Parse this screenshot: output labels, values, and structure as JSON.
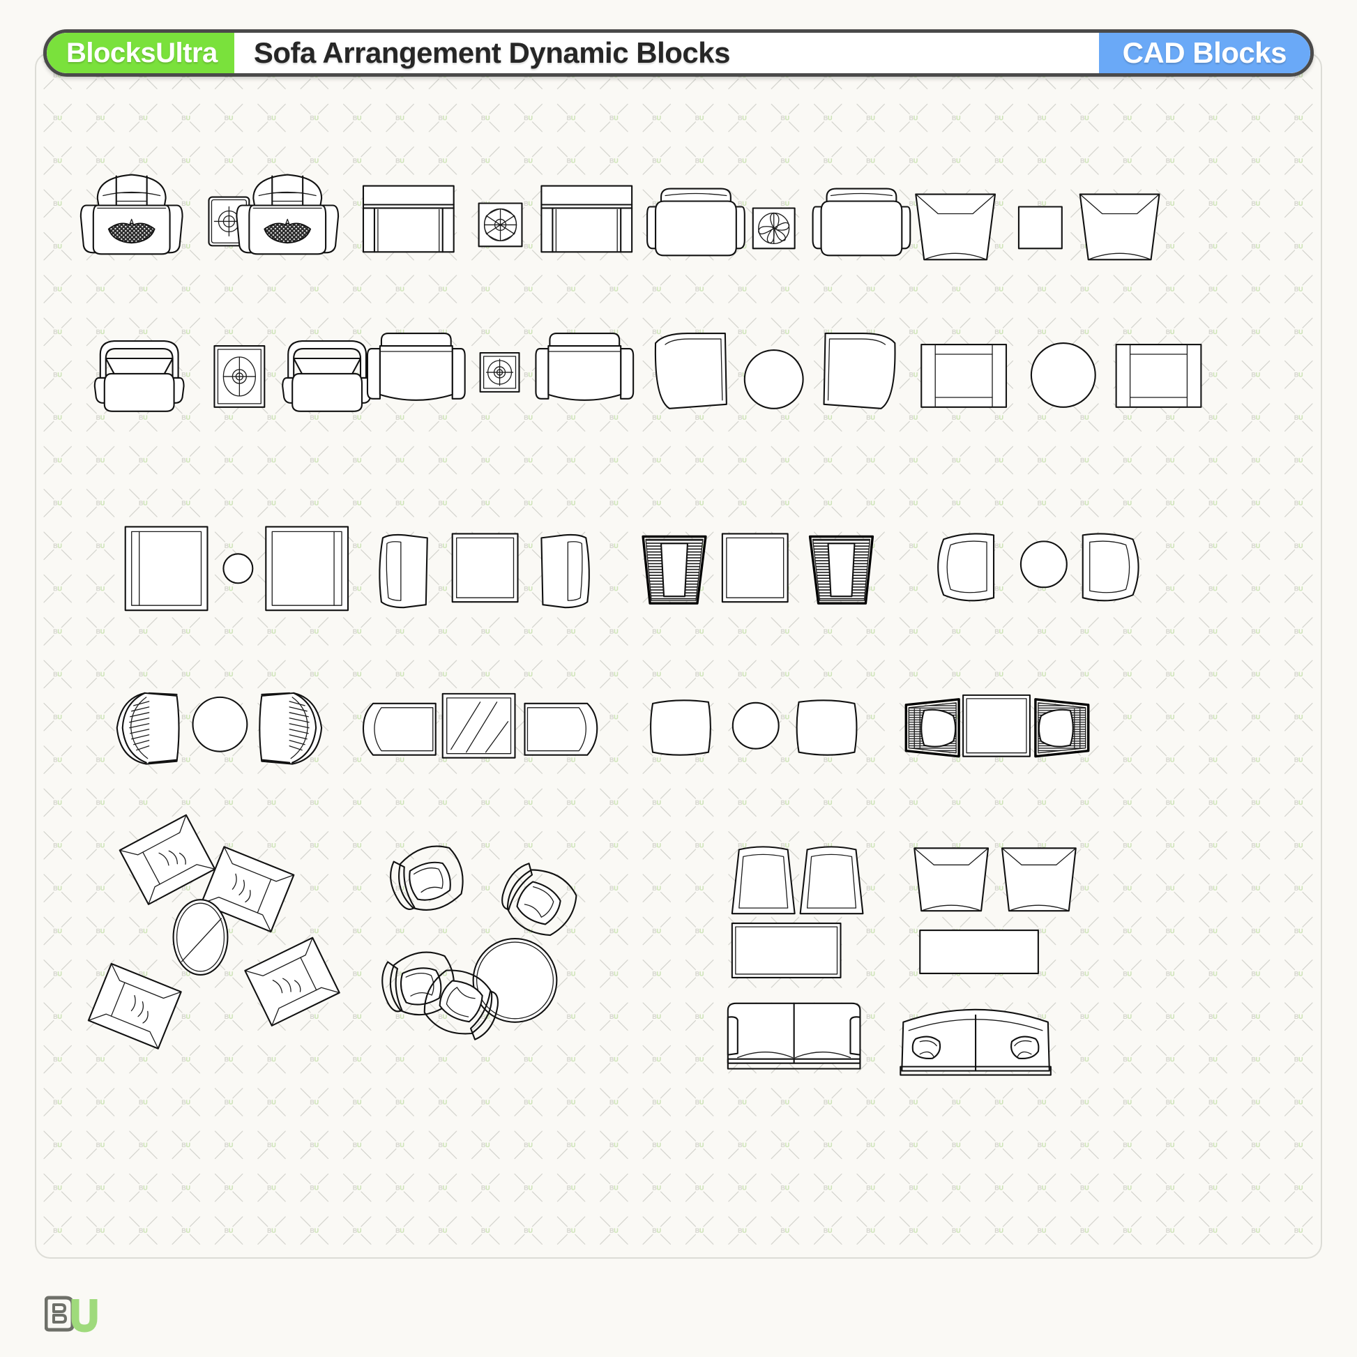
{
  "header": {
    "brand_label": "BlocksUltra",
    "title": "Sofa Arrangement Dynamic Blocks",
    "tag_label": "CAD Blocks",
    "brand_color": "#7ae13c",
    "tag_color": "#6aa9f7",
    "title_color": "#262626",
    "border_color": "#4a4a4a"
  },
  "canvas": {
    "background_color": "#faf9f5",
    "border_color": "#dcdcd6",
    "watermark_text": "BU",
    "watermark_accent_color": "#b9dd9a",
    "watermark_line_color": "#cfcfc9"
  },
  "footer": {
    "logo_b_label": "B",
    "logo_u_label": "U",
    "logo_b_color": "#6e7069",
    "logo_u_color": "#9fda7c"
  },
  "drawing": {
    "stroke_color": "#111111",
    "fill_color": "#ffffff",
    "rows": [
      {
        "row_index": 1,
        "groups": [
          {
            "name": "armchair-pair-with-square-side-table",
            "items": [
              "armchair-winged-left",
              "square-table-crosshair",
              "armchair-winged-right"
            ]
          },
          {
            "name": "boxy-armchair-pair-with-flower-table",
            "items": [
              "boxy-armchair-left",
              "square-table-rosette",
              "boxy-armchair-right"
            ]
          },
          {
            "name": "rounded-armchair-pair-with-fan-table",
            "items": [
              "rounded-armchair-left",
              "square-table-fan",
              "rounded-armchair-right"
            ]
          },
          {
            "name": "tapered-armchair-pair-with-plain-square-table",
            "items": [
              "tapered-armchair-left",
              "square-table-plain",
              "tapered-armchair-right"
            ]
          }
        ]
      },
      {
        "row_index": 2,
        "groups": [
          {
            "name": "tub-chair-pair-with-target-table",
            "items": [
              "tub-chair-left",
              "square-table-target",
              "tub-chair-right"
            ]
          },
          {
            "name": "club-chair-pair-with-small-target-table",
            "items": [
              "club-chair-left",
              "small-square-table-target",
              "club-chair-right"
            ]
          },
          {
            "name": "curved-back-chair-pair-with-round-table",
            "items": [
              "curved-back-chair-left",
              "round-table",
              "curved-back-chair-right"
            ]
          },
          {
            "name": "square-armchair-pair-with-round-table",
            "items": [
              "square-armchair-left",
              "round-table-large",
              "square-armchair-right"
            ]
          }
        ]
      },
      {
        "row_index": 3,
        "groups": [
          {
            "name": "square-sofa-pair-with-small-circle-table",
            "items": [
              "square-sofa-left",
              "small-circle-table",
              "square-sofa-right"
            ]
          },
          {
            "name": "flared-chair-pair-with-square-table",
            "items": [
              "flared-chair-left",
              "square-table-outline",
              "flared-chair-right"
            ]
          },
          {
            "name": "hatched-chair-pair-with-square-table",
            "items": [
              "hatched-chair-left",
              "square-table-outline",
              "hatched-chair-right"
            ]
          },
          {
            "name": "barrel-chair-pair-with-circle-table",
            "items": [
              "barrel-chair-left",
              "circle-table",
              "barrel-chair-right"
            ]
          }
        ]
      },
      {
        "row_index": 4,
        "groups": [
          {
            "name": "fan-back-chair-pair-with-circle-table",
            "items": [
              "fan-back-chair-left",
              "circle-table",
              "fan-back-chair-right"
            ]
          },
          {
            "name": "lounge-pair-with-striped-rect-table",
            "items": [
              "lounge-chair-left",
              "rect-table-striped",
              "lounge-chair-right"
            ]
          },
          {
            "name": "cushion-chair-pair-with-circle-table",
            "items": [
              "cushion-chair-left",
              "circle-table-small",
              "cushion-chair-right"
            ]
          },
          {
            "name": "shaded-chair-pair-with-rect-table",
            "items": [
              "shaded-chair-left",
              "rect-table-outline",
              "shaded-chair-right"
            ]
          }
        ]
      },
      {
        "row_index": 5,
        "groups": [
          {
            "name": "four-armchairs-around-oval-table",
            "items": [
              "armchair-rotated-top-left",
              "armchair-rotated-top-right",
              "oval-table",
              "armchair-rotated-bottom-left",
              "armchair-rotated-bottom-right"
            ]
          },
          {
            "name": "three-swivel-chairs-around-round-table",
            "items": [
              "swivel-chair-top-left",
              "swivel-chair-top-right",
              "round-table",
              "swivel-chair-mid-left",
              "swivel-chair-bottom"
            ]
          },
          {
            "name": "two-chairs-coffee-table-and-sofa",
            "items": [
              "tub-chair-a",
              "tub-chair-b",
              "rect-coffee-table",
              "two-seat-sofa"
            ]
          },
          {
            "name": "two-chairs-rect-table-and-curved-sofa",
            "items": [
              "tapered-chair-a",
              "tapered-chair-b",
              "rect-table-plain",
              "curved-sofa-with-pillows"
            ]
          }
        ]
      }
    ]
  }
}
